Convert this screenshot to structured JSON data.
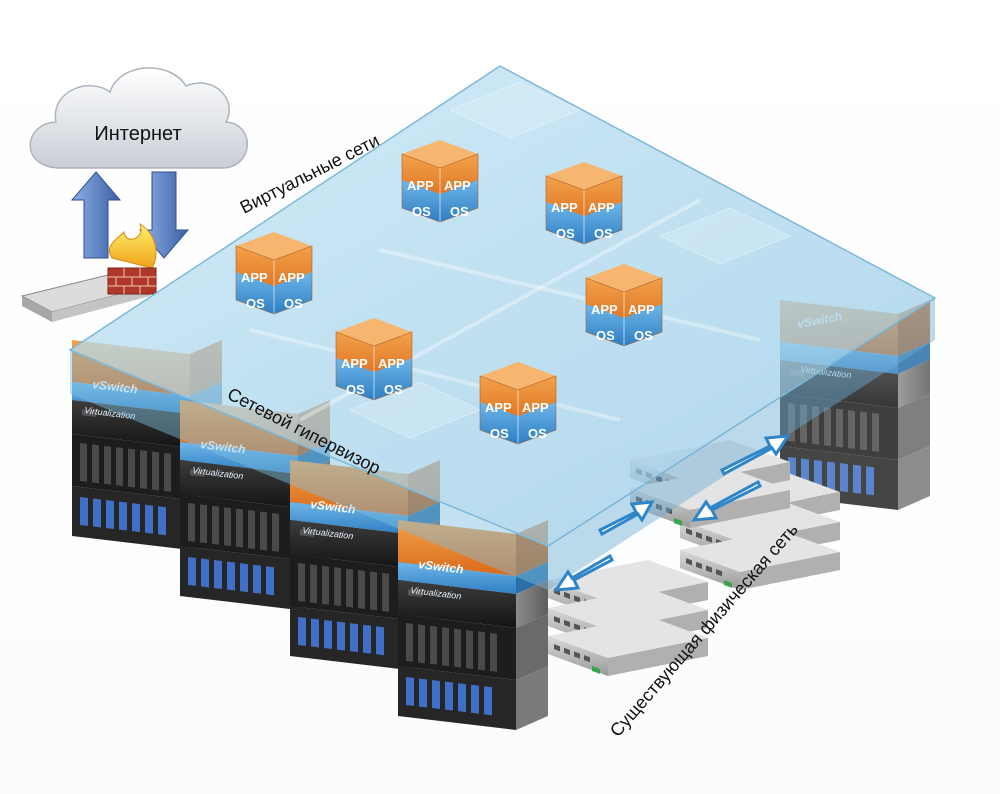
{
  "labels": {
    "internet": "Интернет",
    "virtual_networks": "Виртуальные сети",
    "network_hypervisor": "Сетевой гипервизор",
    "physical_network": "Существующая физическая сеть"
  },
  "vm_block": {
    "app": "APP",
    "os": "OS"
  },
  "hypervisor_layer": {
    "vswitch": "vSwitch",
    "virtualization": "Virtualization"
  },
  "colors": {
    "orange": "#e07a1e",
    "blue": "#3a8fd0",
    "glass": "#a9d3ea",
    "arrow": "#5d7fc0"
  }
}
